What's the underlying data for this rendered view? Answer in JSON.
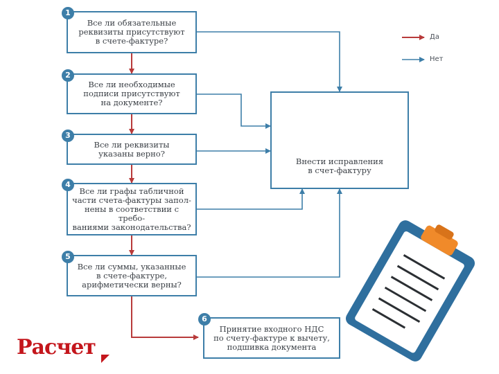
{
  "steps": [
    {
      "number": "1",
      "text": "Все ли обязательные\nреквизиты присутствуют\nв счете-фактуре?"
    },
    {
      "number": "2",
      "text": "Все ли необходимые\nподписи присутствуют\nна документе?"
    },
    {
      "number": "3",
      "text": "Все ли реквизиты\nуказаны верно?"
    },
    {
      "number": "4",
      "text": "Все ли графы табличной\nчасти счета-фактуры запол-\nнены в соответствии с требо-\nваниями законодательства?"
    },
    {
      "number": "5",
      "text": "Все ли суммы, указанные\nв счете-фактуре,\nарифметически верны?"
    },
    {
      "number": "6",
      "text": "Принятие входного НДС\nпо счету-фактуре к вычету,\nподшивка документа"
    }
  ],
  "correction": {
    "text": "Внести исправления\nв счет-фактуру",
    "icon": "pencil-icon"
  },
  "legend": {
    "yes_label": "Да",
    "no_label": "Нет"
  },
  "colors": {
    "yes": "#b83a3a",
    "no": "#3d7ea8",
    "badge": "#3d7ea8",
    "clipboard": "#3d7ea8",
    "clip": "#f08a2a"
  },
  "logo": {
    "name": "Расчет"
  }
}
